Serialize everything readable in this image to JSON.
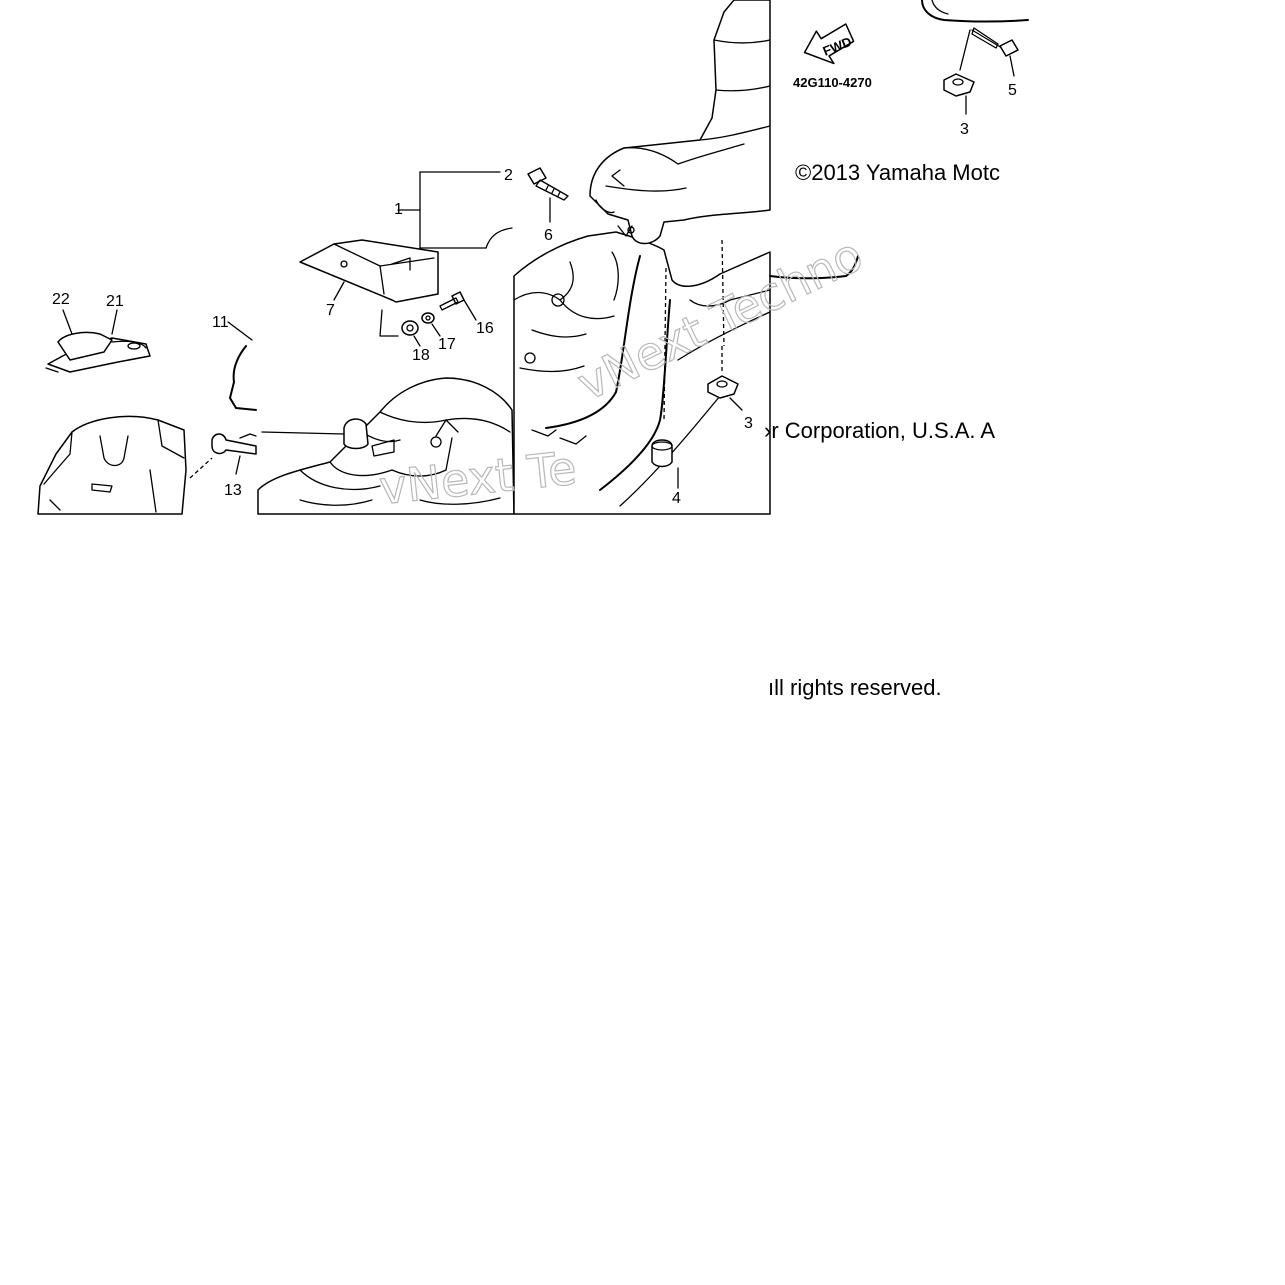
{
  "diagram": {
    "part_code": "42G110-4270",
    "direction_arrow": {
      "label": "FWD",
      "icon": "forward-arrow-icon"
    },
    "callouts": {
      "c1": "1",
      "c2": "2",
      "c3a": "3",
      "c3b": "3",
      "c4": "4",
      "c5": "5",
      "c6": "6",
      "c7": "7",
      "c11": "11",
      "c13": "13",
      "c16": "16",
      "c17": "17",
      "c18": "18",
      "c21": "21",
      "c22": "22"
    },
    "watermark": {
      "line1": "vNext Techno",
      "line2": "vNext Te"
    },
    "copyright": {
      "line1": "©2013 Yamaha Motc",
      "line2": "›r Corporation, U.S.A. A",
      "line3": "ıll rights reserved."
    }
  }
}
